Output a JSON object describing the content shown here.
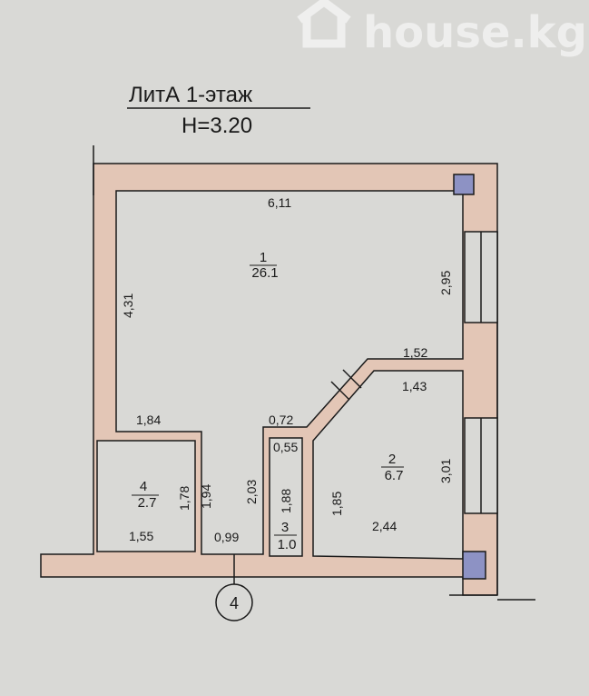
{
  "watermark": "house.kg",
  "title": "ЛитА 1-этаж",
  "height_label": "H=3.20",
  "colors": {
    "wall": "#e3c6b6",
    "column": "#8d92c4",
    "paper": "#d9d9d6",
    "line": "#1a1a1a"
  },
  "rooms": [
    {
      "number": "1",
      "area": "26.1"
    },
    {
      "number": "2",
      "area": "6.7"
    },
    {
      "number": "3",
      "area": "1.0"
    },
    {
      "number": "4",
      "area": "2.7"
    }
  ],
  "dimensions": {
    "top": "6,11",
    "left": "4,31",
    "right_upper": "2,95",
    "room2_top_outer": "1,52",
    "room2_top_inner": "1,43",
    "room4_top": "1,84",
    "room3_top": "0,72",
    "room3_inner": "0,55",
    "room2_right": "3,01",
    "room4_height": "1,78",
    "corridor_height": "1,94",
    "corridor_right": "2,03",
    "room3_height": "1,88",
    "room2_left": "1,85",
    "room2_bottom": "2,44",
    "room4_bottom": "1,55",
    "corridor_bottom": "0,99"
  },
  "axis_marker": "4"
}
